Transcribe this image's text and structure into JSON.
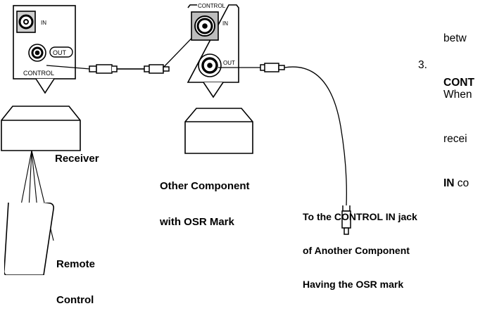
{
  "receiver_panel": {
    "in_label": "IN",
    "out_label": "OUT",
    "caption": "CONTROL"
  },
  "component_panel": {
    "header": "CONTROL",
    "in_label": "IN",
    "out_label": "OUT"
  },
  "labels": {
    "receiver": "Receiver",
    "other_component": [
      "Other Component",
      "with OSR Mark"
    ],
    "remote_control": [
      "Remote",
      "Control"
    ],
    "destination": [
      "To the CONTROL IN jack",
      "of Another Component",
      "Having the OSR mark"
    ]
  },
  "prose": {
    "line1": "betw",
    "line2_bold": "CONT",
    "step_number": "3.",
    "step_line1": "When",
    "step_line2": "recei",
    "step_line3_bold": "IN",
    "step_line3_rest": " co"
  }
}
